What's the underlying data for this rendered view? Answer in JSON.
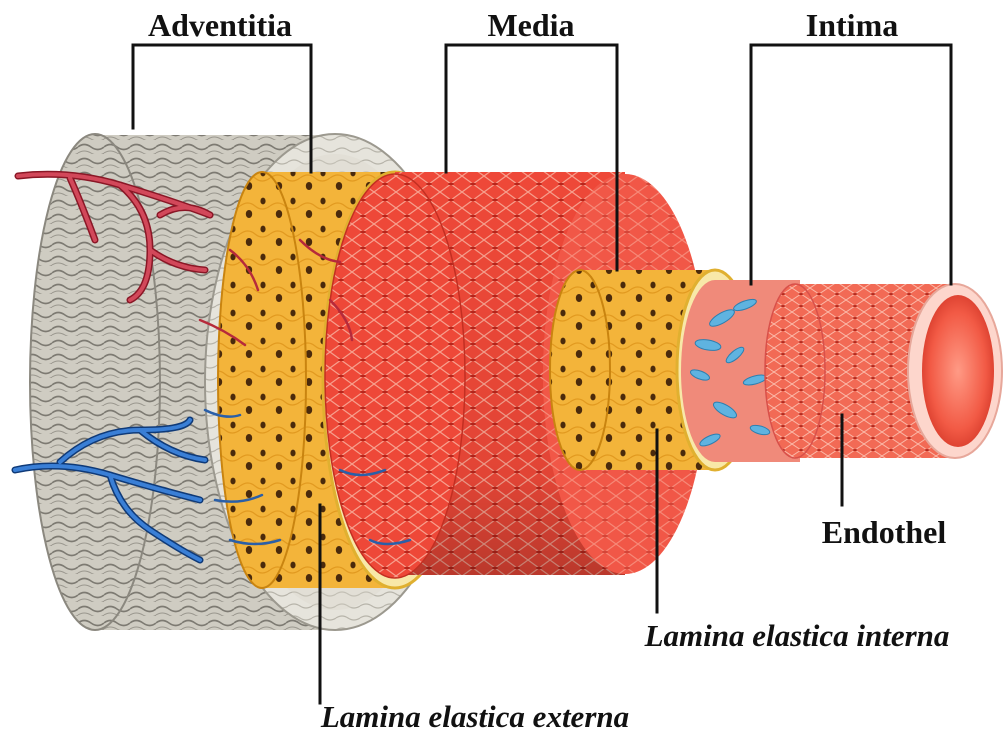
{
  "labels": {
    "adventitia": "Adventitia",
    "media": "Media",
    "intima": "Intima",
    "endothel": "Endothel",
    "lamina_interna": "Lamina elastica interna",
    "lamina_externa": "Lamina elastica externa"
  },
  "colors": {
    "adventitia": "#c9c6bc",
    "lamina": "#f2b233",
    "media": "#ef4a3a",
    "intima": "#f27a68",
    "artery": "#c0283a",
    "vein": "#1f5fb8",
    "endothel_cell": "#5fb3e0"
  }
}
